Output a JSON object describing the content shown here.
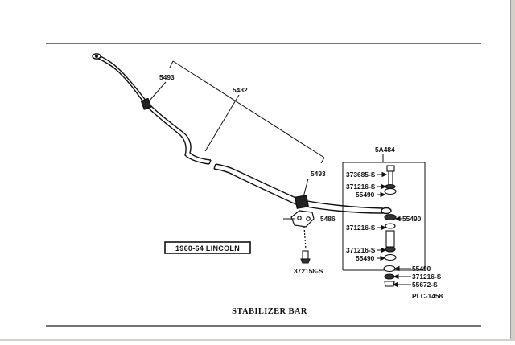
{
  "diagram": {
    "caption": "STABILIZER BAR",
    "model_badge": "1960-64 LINCOLN",
    "plate_code": "PLC-1458",
    "parts": {
      "p5493_top": "5493",
      "p5482": "5482",
      "p5493_right": "5493",
      "p5A484": "5A484",
      "p373685": "373685-S",
      "p371216_a": "371216-S",
      "p55490_a": "55490",
      "p55490_b": "55490",
      "p5486": "5486",
      "p371216_b": "371216-S",
      "p371216_c": "371216-S",
      "p55490_c": "55490",
      "p372158": "372158-S",
      "p55490_d": "55490",
      "p371216_d": "371216-S",
      "p55672": "55672-S"
    }
  }
}
